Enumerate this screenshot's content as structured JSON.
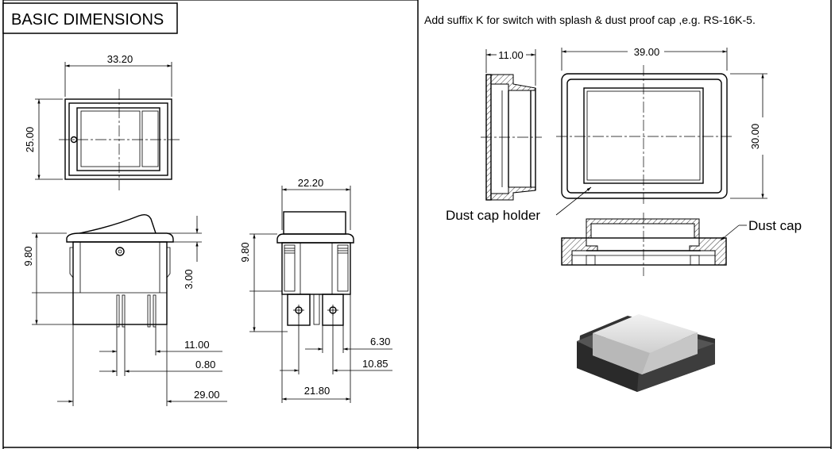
{
  "title": "BASIC DIMENSIONS",
  "note": "Add suffix K for switch with splash & dust proof cap ,e.g. RS-16K-5.",
  "front_view": {
    "width": "33.20",
    "height": "25.00"
  },
  "side_view": {
    "height": "9.80",
    "rocker": "3.00",
    "pin_a": "11.00",
    "pin_b": "0.80",
    "length": "29.00"
  },
  "end_view": {
    "top_width": "22.20",
    "height": "9.80",
    "pin_width": "6.30",
    "pin_span": "10.85",
    "base_width": "21.80"
  },
  "cap_views": {
    "depth": "11.00",
    "width": "39.00",
    "height": "30.00",
    "holder_label": "Dust cap holder",
    "cap_label": "Dust cap"
  }
}
